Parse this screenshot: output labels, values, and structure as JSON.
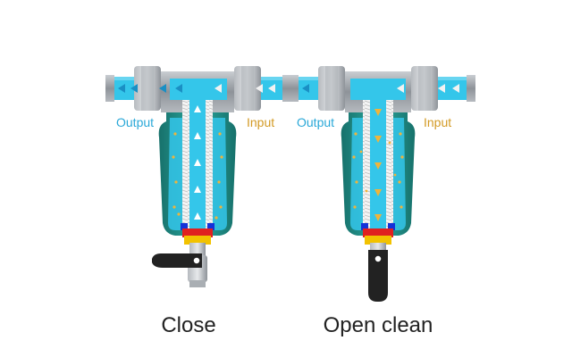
{
  "filters": [
    {
      "port_left_label": "Output",
      "port_right_label": "Input",
      "caption": "Close",
      "valve_state": "closed"
    },
    {
      "port_left_label": "Output",
      "port_right_label": "Input",
      "caption": "Open clean",
      "valve_state": "open"
    }
  ],
  "colors": {
    "water": "#34c6ea",
    "water_dark": "#1fa9d2",
    "bowl": "#1b7f78",
    "bowl_light": "#2aa79e",
    "metal": "#9ea3a8",
    "metal_dark": "#6f757b",
    "mesh": "#e6e6e6",
    "output_text": "#2aa8d8",
    "input_text": "#d39a24",
    "handle": "#222222",
    "seal_red": "#e02020",
    "seal_yellow": "#f2c200",
    "seal_blue": "#1432d8",
    "flow_in": "#f0b43a",
    "flow_out": "#ffffff"
  }
}
